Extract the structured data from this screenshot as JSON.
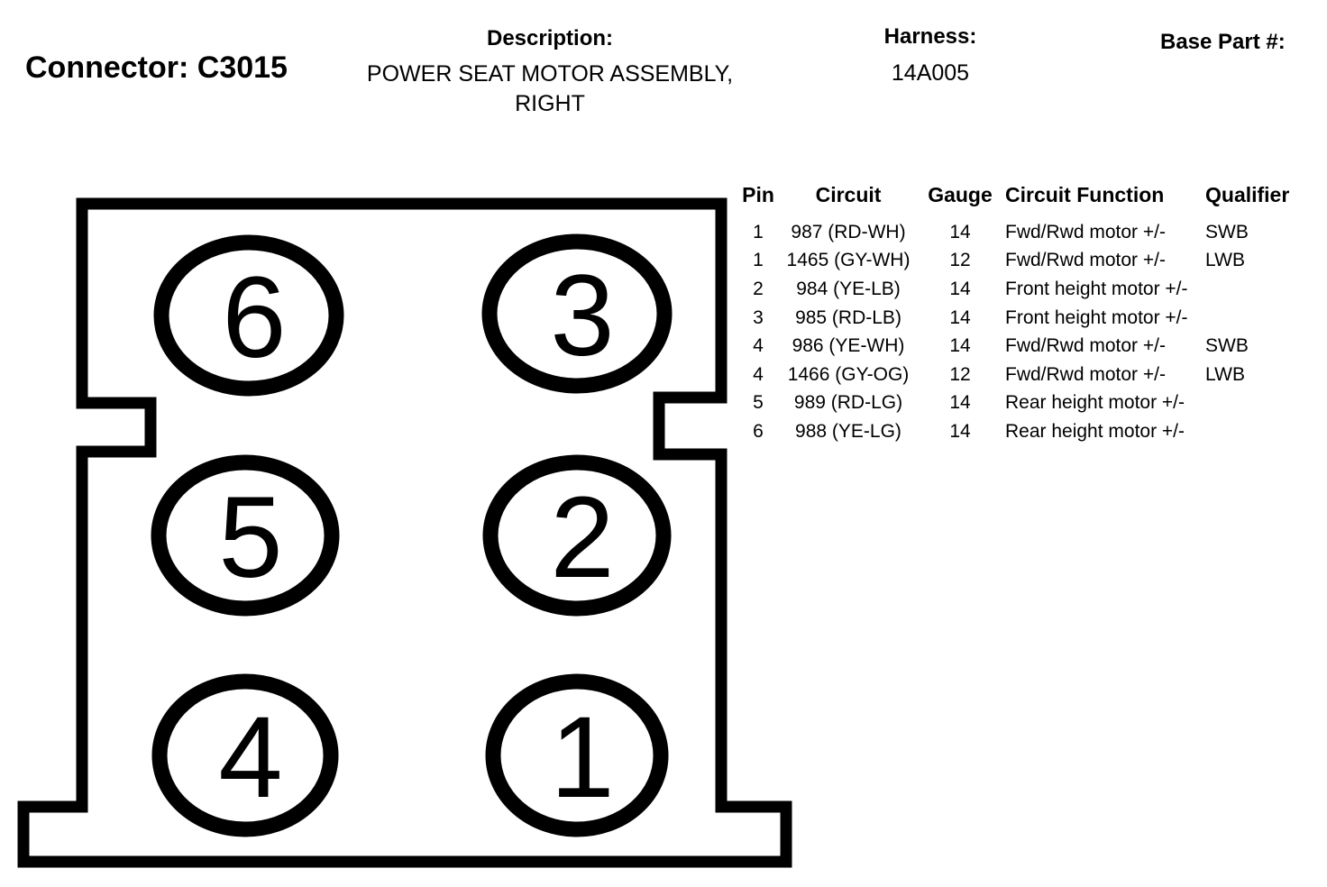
{
  "header": {
    "connector_label": "Connector: C3015",
    "description_label": "Description:",
    "description_line1": "POWER SEAT MOTOR ASSEMBLY,",
    "description_line2": "RIGHT",
    "harness_label": "Harness:",
    "harness_value": "14A005",
    "base_part_label": "Base Part #:"
  },
  "connector_diagram": {
    "pins": [
      "6",
      "3",
      "5",
      "2",
      "4",
      "1"
    ]
  },
  "pin_table": {
    "columns": [
      "Pin",
      "Circuit",
      "Gauge",
      "Circuit Function",
      "Qualifier"
    ],
    "rows": [
      [
        "1",
        "987 (RD-WH)",
        "14",
        "Fwd/Rwd motor +/-",
        "SWB"
      ],
      [
        "1",
        "1465 (GY-WH)",
        "12",
        "Fwd/Rwd motor +/-",
        "LWB"
      ],
      [
        "2",
        "984 (YE-LB)",
        "14",
        "Front height motor +/-",
        ""
      ],
      [
        "3",
        "985 (RD-LB)",
        "14",
        "Front height motor +/-",
        ""
      ],
      [
        "4",
        "986 (YE-WH)",
        "14",
        "Fwd/Rwd motor +/-",
        "SWB"
      ],
      [
        "4",
        "1466 (GY-OG)",
        "12",
        "Fwd/Rwd motor +/-",
        "LWB"
      ],
      [
        "5",
        "989 (RD-LG)",
        "14",
        "Rear height motor +/-",
        ""
      ],
      [
        "6",
        "988 (YE-LG)",
        "14",
        "Rear height motor +/-",
        ""
      ]
    ]
  },
  "colors": {
    "ink": "#000000",
    "background": "#ffffff"
  }
}
